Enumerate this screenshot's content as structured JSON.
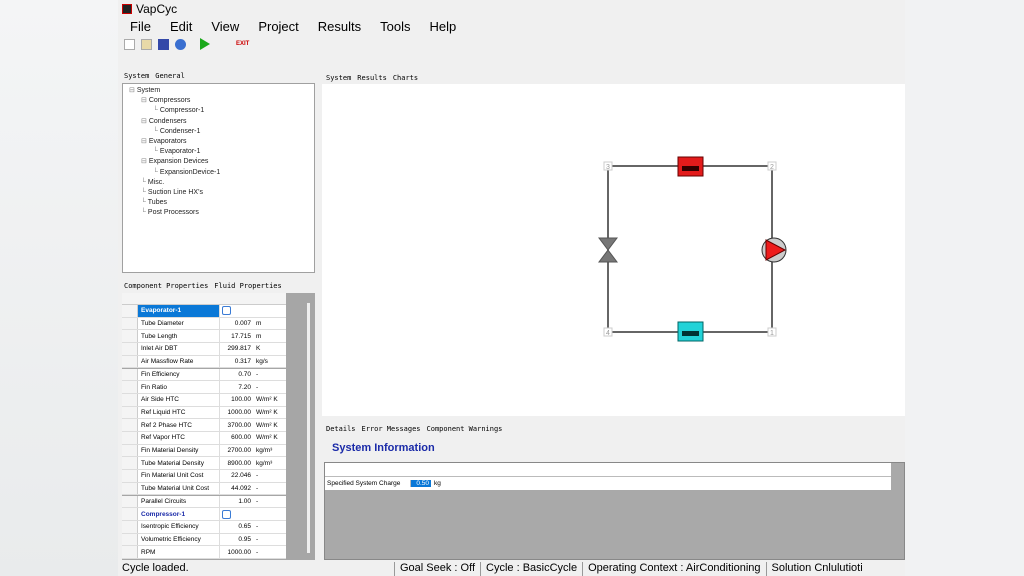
{
  "app": {
    "title": "VapCyc"
  },
  "menu": [
    "File",
    "Edit",
    "View",
    "Project",
    "Results",
    "Tools",
    "Help"
  ],
  "left_tabs": [
    "System",
    "General"
  ],
  "tree": {
    "root": "System",
    "groups": [
      {
        "label": "Compressors",
        "children": [
          "Compressor-1"
        ]
      },
      {
        "label": "Condensers",
        "children": [
          "Condenser-1"
        ]
      },
      {
        "label": "Evaporators",
        "children": [
          "Evaporator-1"
        ]
      },
      {
        "label": "Expansion Devices",
        "children": [
          "ExpansionDevice-1"
        ]
      },
      {
        "label": "Misc.",
        "children": []
      },
      {
        "label": "Suction Line HX's",
        "children": []
      },
      {
        "label": "Tubes",
        "children": []
      },
      {
        "label": "Post Processors",
        "children": []
      }
    ]
  },
  "prop_tabs": [
    "Component Properties",
    "Fluid Properties"
  ],
  "properties": [
    {
      "cat": "Evaporator-1",
      "selected": true
    },
    {
      "name": "Tube Diameter",
      "value": "0.007",
      "unit": "m"
    },
    {
      "name": "Tube Length",
      "value": "17.715",
      "unit": "m"
    },
    {
      "name": "Inlet Air DBT",
      "value": "299.817",
      "unit": "K"
    },
    {
      "name": "Air Massflow Rate",
      "value": "0.317",
      "unit": "kg/s"
    },
    {
      "name": "Fin Efficiency",
      "value": "0.70",
      "unit": "-"
    },
    {
      "name": "Fin Ratio",
      "value": "7.20",
      "unit": "-"
    },
    {
      "name": "Air Side HTC",
      "value": "100.00",
      "unit": "W/m² K"
    },
    {
      "name": "Ref Liquid HTC",
      "value": "1000.00",
      "unit": "W/m² K"
    },
    {
      "name": "Ref 2 Phase HTC",
      "value": "3700.00",
      "unit": "W/m² K"
    },
    {
      "name": "Ref Vapor HTC",
      "value": "600.00",
      "unit": "W/m² K"
    },
    {
      "name": "Fin Material Density",
      "value": "2700.00",
      "unit": "kg/m³"
    },
    {
      "name": "Tube Material Density",
      "value": "8900.00",
      "unit": "kg/m³"
    },
    {
      "name": "Fin Material Unit Cost",
      "value": "22.046",
      "unit": "-"
    },
    {
      "name": "Tube Material Unit Cost",
      "value": "44.092",
      "unit": "-"
    },
    {
      "name": "Parallel Circuits",
      "value": "1.00",
      "unit": "-"
    },
    {
      "cat": "Compressor-1",
      "selected": false
    },
    {
      "name": "Isentropic Efficiency",
      "value": "0.65",
      "unit": "-"
    },
    {
      "name": "Volumetric Efficiency",
      "value": "0.95",
      "unit": "-"
    },
    {
      "name": "RPM",
      "value": "1000.00",
      "unit": "-"
    }
  ],
  "right_tabs": [
    "System",
    "Results",
    "Charts"
  ],
  "nodes": [
    "1",
    "2",
    "3",
    "4"
  ],
  "bottom_tabs": [
    "Details",
    "Error Messages",
    "Component Warnings"
  ],
  "system_info": {
    "title": "System Information",
    "label": "Specified System Charge",
    "value": "0.50",
    "unit": "kg"
  },
  "status": {
    "message": "Cycle loaded.",
    "goal_seek": "Goal Seek : Off",
    "cycle": "Cycle : BasicCycle",
    "context": "Operating Context : AirConditioning",
    "solution": "Solution Cnlulutioti"
  },
  "colors": {
    "condenser": "#e31b1b",
    "evaporator": "#22d3d8",
    "compressor": "#ee1c1c",
    "selection": "#0a78d7",
    "heading": "#1a2aa8"
  }
}
